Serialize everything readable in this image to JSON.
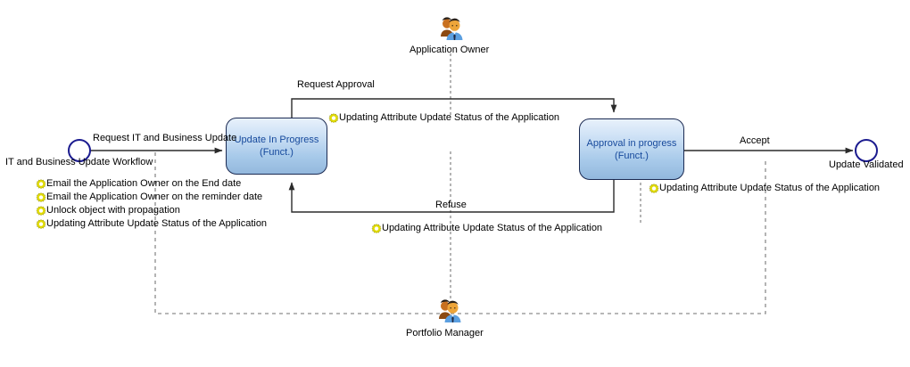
{
  "diagram": {
    "title": "IT and Business Update Workflow",
    "type": "workflow-state-diagram",
    "colors": {
      "node_fill_top": "#e8f1fb",
      "node_fill_bottom": "#93b8dd",
      "node_border": "#1b2a52",
      "node_text": "#16499c",
      "circle_border": "#1b1b8f",
      "edge": "#3a3a3a",
      "lifeline": "#8c8c8c",
      "gear_icon": "#d8d400",
      "background": "#ffffff"
    }
  },
  "nodes": {
    "start": {
      "name": "start-node",
      "label": "IT and Business Update Workflow",
      "shape": "circle"
    },
    "update_in_progress": {
      "name": "update-in-progress-state",
      "label_line1": "Update In Progress",
      "label_line2": "(Funct.)",
      "shape": "rounded-rectangle"
    },
    "approval_in_progress": {
      "name": "approval-in-progress-state",
      "label_line1": "Approval in progress",
      "label_line2": "(Funct.)",
      "shape": "rounded-rectangle"
    },
    "end": {
      "name": "end-node",
      "label": "Update Validated",
      "shape": "circle"
    }
  },
  "actors": [
    {
      "id": "application-owner",
      "label": "Application Owner",
      "icon": "users-icon"
    },
    {
      "id": "portfolio-manager",
      "label": "Portfolio Manager",
      "icon": "users-icon"
    }
  ],
  "transitions": [
    {
      "id": "request-it-and-business-update",
      "label": "Request IT and Business Update",
      "from": "start",
      "to": "update_in_progress"
    },
    {
      "id": "request-approval",
      "label": "Request Approval",
      "from": "update_in_progress",
      "to": "approval_in_progress"
    },
    {
      "id": "accept",
      "label": "Accept",
      "from": "approval_in_progress",
      "to": "end"
    },
    {
      "id": "refuse",
      "label": "Refuse",
      "from": "approval_in_progress",
      "to": "update_in_progress"
    }
  ],
  "annotations": {
    "start_actions": [
      {
        "icon": "gear-icon",
        "label": "Email the Application Owner on the End date"
      },
      {
        "icon": "gear-icon",
        "label": "Email the Application Owner on the reminder date"
      },
      {
        "icon": "gear-icon",
        "label": "Unlock object with propagation"
      },
      {
        "icon": "gear-icon",
        "label": "Updating Attribute Update Status of the Application"
      }
    ],
    "request_approval_action": {
      "icon": "gear-icon",
      "label": "Updating Attribute Update Status of the Application"
    },
    "refuse_action": {
      "icon": "gear-icon",
      "label": "Updating Attribute Update Status of the Application"
    },
    "accept_action": {
      "icon": "gear-icon",
      "label": "Updating Attribute Update Status of the Application"
    }
  }
}
